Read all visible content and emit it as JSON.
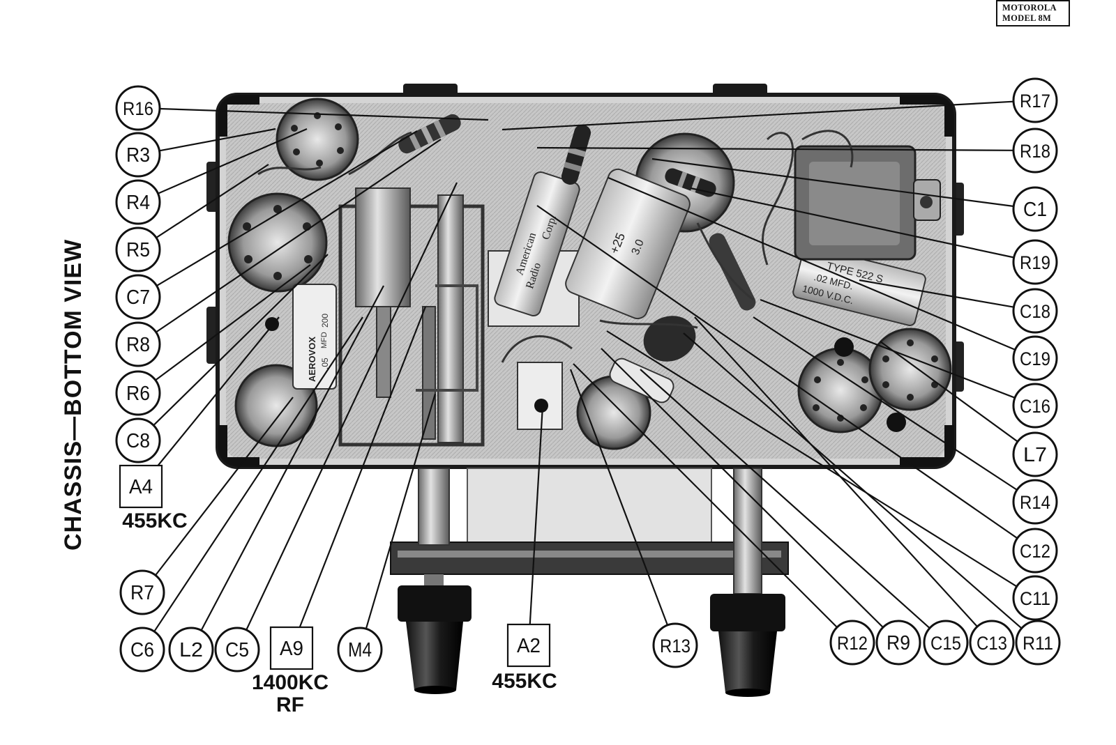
{
  "header": {
    "brand": "MOTOROLA",
    "model": "MODEL 8M"
  },
  "view_title": "CHASSIS—BOTTOM VIEW",
  "callouts": [
    {
      "id": "R16",
      "shape": "circle"
    },
    {
      "id": "R3",
      "shape": "circle"
    },
    {
      "id": "R4",
      "shape": "circle"
    },
    {
      "id": "R5",
      "shape": "circle"
    },
    {
      "id": "C7",
      "shape": "circle"
    },
    {
      "id": "R8",
      "shape": "circle"
    },
    {
      "id": "R6",
      "shape": "circle"
    },
    {
      "id": "C8",
      "shape": "circle"
    },
    {
      "id": "A4",
      "shape": "square"
    },
    {
      "id": "R7",
      "shape": "circle"
    },
    {
      "id": "C6",
      "shape": "circle"
    },
    {
      "id": "L2",
      "shape": "circle"
    },
    {
      "id": "C5",
      "shape": "circle"
    },
    {
      "id": "A9",
      "shape": "square"
    },
    {
      "id": "M4",
      "shape": "circle"
    },
    {
      "id": "A2",
      "shape": "square"
    },
    {
      "id": "R13",
      "shape": "circle"
    },
    {
      "id": "R12",
      "shape": "circle"
    },
    {
      "id": "R9",
      "shape": "circle"
    },
    {
      "id": "C15",
      "shape": "circle"
    },
    {
      "id": "C13",
      "shape": "circle"
    },
    {
      "id": "R11",
      "shape": "circle"
    },
    {
      "id": "R17",
      "shape": "circle"
    },
    {
      "id": "R18",
      "shape": "circle"
    },
    {
      "id": "C1",
      "shape": "circle"
    },
    {
      "id": "R19",
      "shape": "circle"
    },
    {
      "id": "C18",
      "shape": "circle"
    },
    {
      "id": "C19",
      "shape": "circle"
    },
    {
      "id": "C16",
      "shape": "circle"
    },
    {
      "id": "L7",
      "shape": "circle"
    },
    {
      "id": "R14",
      "shape": "circle"
    },
    {
      "id": "C12",
      "shape": "circle"
    },
    {
      "id": "C11",
      "shape": "circle"
    }
  ],
  "frequency_notes": {
    "a4": [
      "455KC"
    ],
    "a9": [
      "1400KC",
      "RF"
    ],
    "a2": [
      "455KC"
    ]
  },
  "component_markings": {
    "aerovox_cap": [
      "AEROVOX",
      "200",
      ".05",
      "MFD"
    ],
    "american_cap": [
      "American",
      "Radio",
      "Corp."
    ],
    "electrolytic": [
      "+25",
      "3.0"
    ],
    "filter_cap": [
      "TYPE 522 S",
      ".02 MFD.",
      "1000 V.D.C."
    ]
  }
}
